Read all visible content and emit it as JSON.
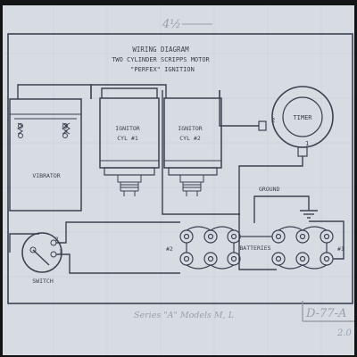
{
  "sheet": {
    "top_note": "4½",
    "paper_color": "#d7dce3",
    "ink_color": "#3b4150",
    "pencil_color": "#9aa1ac"
  },
  "title": {
    "line1": "WIRING DIAGRAM",
    "line2": "TWO CYLINDER SCRIPPS MOTOR",
    "line3": "\"PERFEX\" IGNITION"
  },
  "components": {
    "vibrator": "VIBRATOR",
    "ignitor1_line1": "IGNITOR",
    "ignitor1_line2": "CYL #1",
    "ignitor2_line1": "IGNITOR",
    "ignitor2_line2": "CYL #2",
    "timer": "TIMER",
    "timer_terminal_1": "1",
    "timer_terminal_2": "2",
    "ground": "GROUND",
    "batteries": "BATTERIES",
    "battery_group_left": "#2",
    "battery_group_right": "#1",
    "switch": "SWITCH",
    "switch_terminal_1": "1",
    "switch_terminal_2": "2"
  },
  "pencil_notes": {
    "series": "Series \"A\" Models M, L",
    "drawing_number": "D-77-A",
    "corner": "2.0"
  }
}
